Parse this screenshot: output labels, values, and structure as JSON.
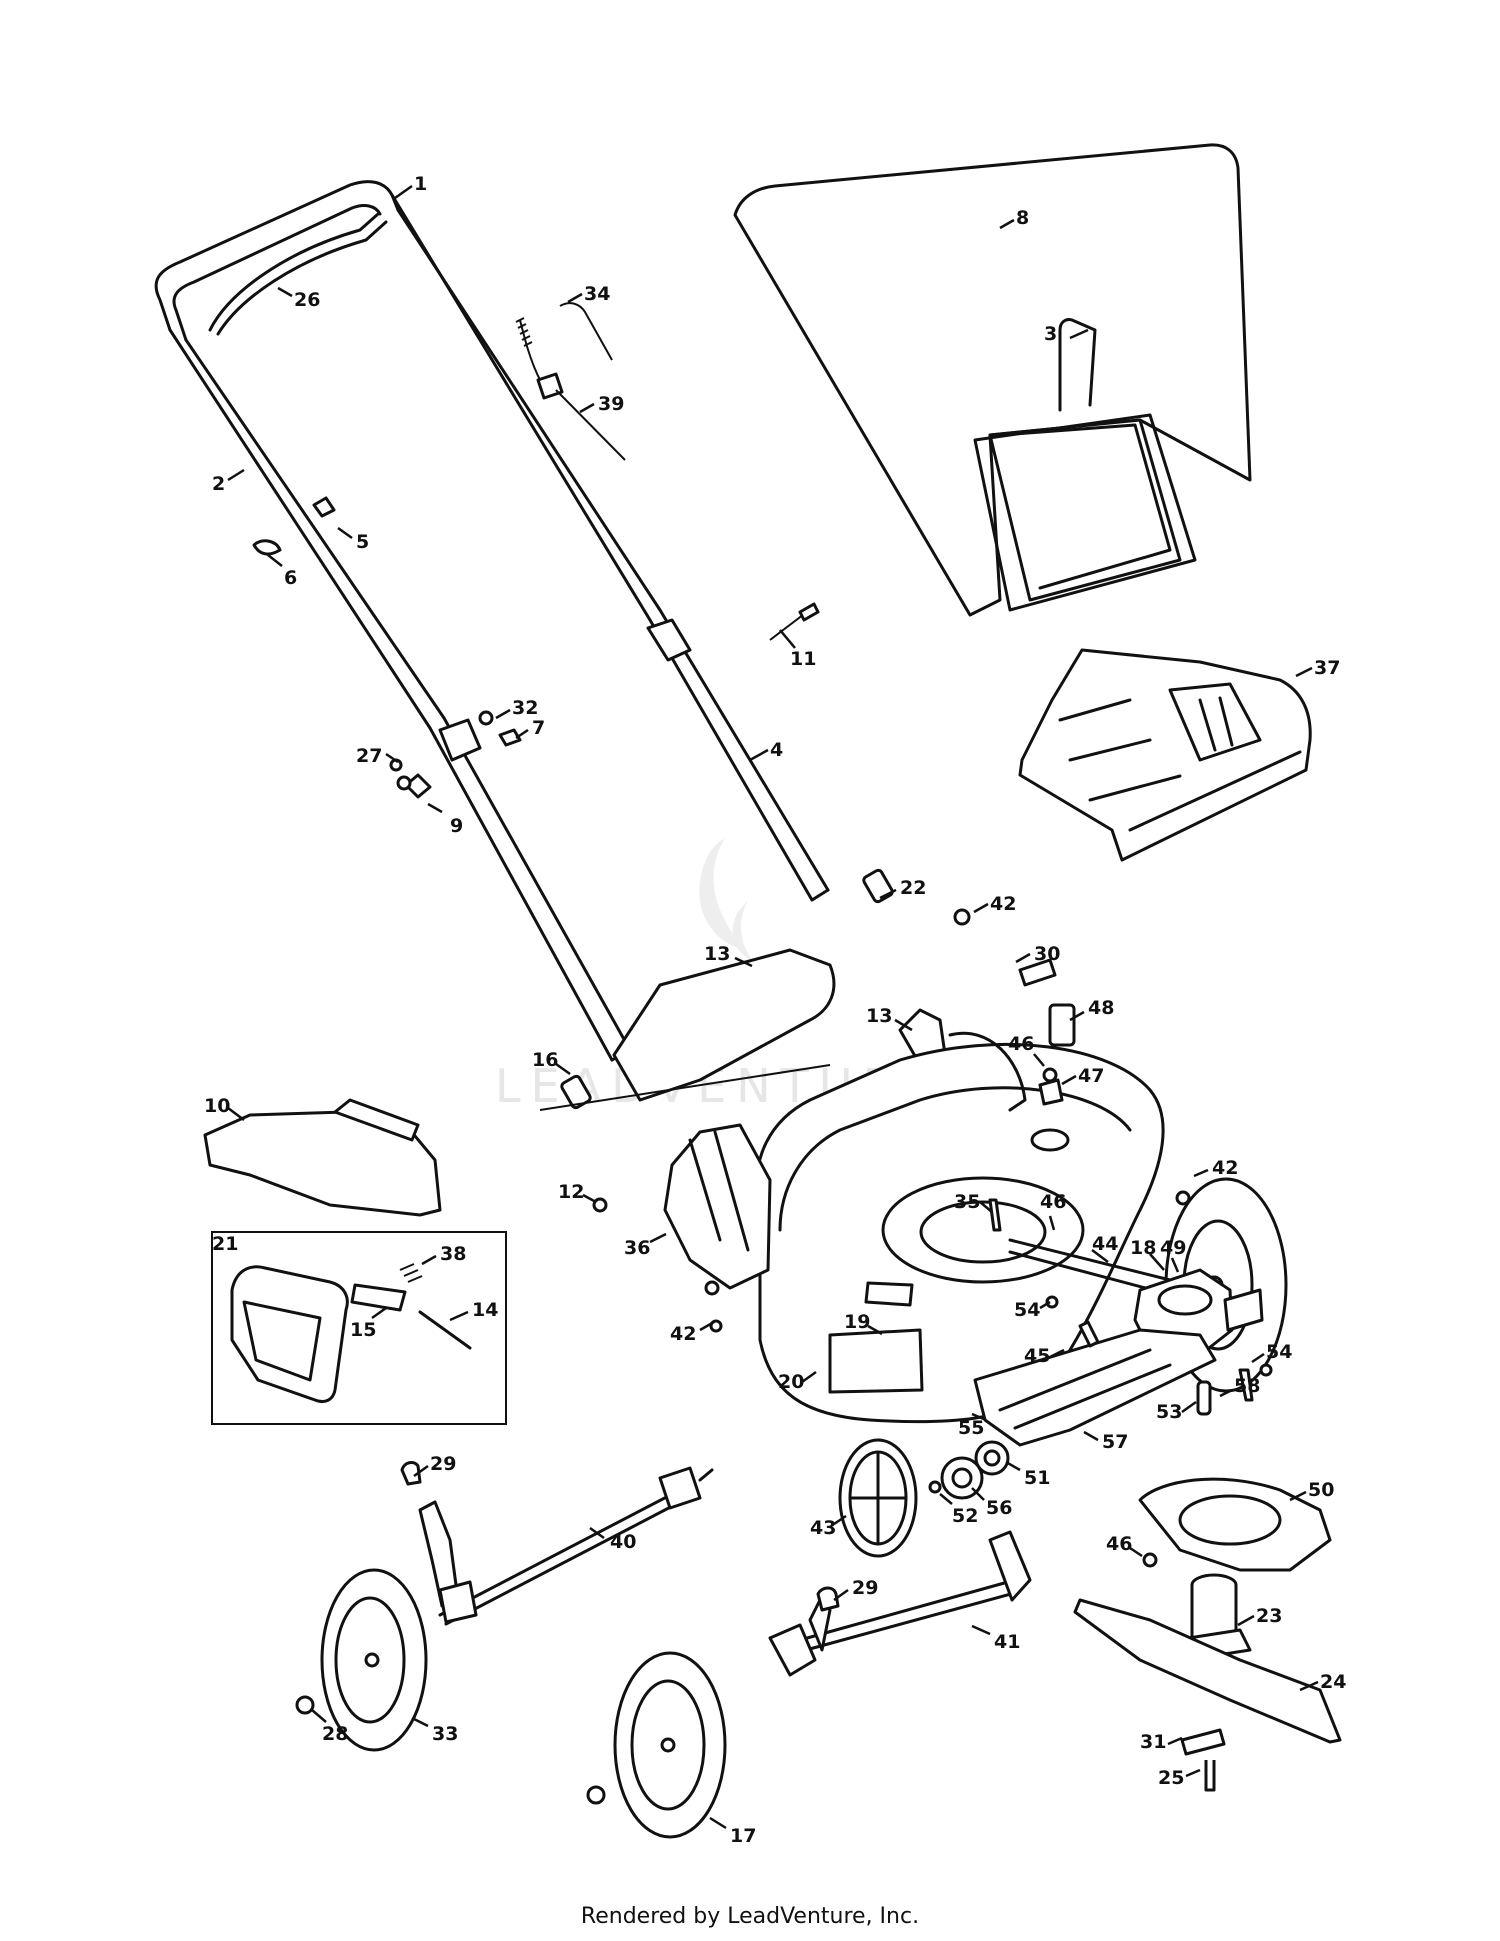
{
  "diagram": {
    "watermark": "LEADVENTURE",
    "footer": "Rendered by LeadVenture, Inc.",
    "callouts": [
      {
        "id": "c1",
        "label": "1"
      },
      {
        "id": "c2",
        "label": "2"
      },
      {
        "id": "c3",
        "label": "3"
      },
      {
        "id": "c4",
        "label": "4"
      },
      {
        "id": "c5",
        "label": "5"
      },
      {
        "id": "c6",
        "label": "6"
      },
      {
        "id": "c7",
        "label": "7"
      },
      {
        "id": "c8",
        "label": "8"
      },
      {
        "id": "c9",
        "label": "9"
      },
      {
        "id": "c10",
        "label": "10"
      },
      {
        "id": "c11",
        "label": "11"
      },
      {
        "id": "c12",
        "label": "12"
      },
      {
        "id": "c13a",
        "label": "13"
      },
      {
        "id": "c13b",
        "label": "13"
      },
      {
        "id": "c14",
        "label": "14"
      },
      {
        "id": "c15",
        "label": "15"
      },
      {
        "id": "c16",
        "label": "16"
      },
      {
        "id": "c17",
        "label": "17"
      },
      {
        "id": "c18",
        "label": "18"
      },
      {
        "id": "c19",
        "label": "19"
      },
      {
        "id": "c20",
        "label": "20"
      },
      {
        "id": "c21",
        "label": "21"
      },
      {
        "id": "c22",
        "label": "22"
      },
      {
        "id": "c23",
        "label": "23"
      },
      {
        "id": "c24",
        "label": "24"
      },
      {
        "id": "c25",
        "label": "25"
      },
      {
        "id": "c26",
        "label": "26"
      },
      {
        "id": "c27",
        "label": "27"
      },
      {
        "id": "c28",
        "label": "28"
      },
      {
        "id": "c29a",
        "label": "29"
      },
      {
        "id": "c29b",
        "label": "29"
      },
      {
        "id": "c30",
        "label": "30"
      },
      {
        "id": "c31",
        "label": "31"
      },
      {
        "id": "c32",
        "label": "32"
      },
      {
        "id": "c33",
        "label": "33"
      },
      {
        "id": "c34",
        "label": "34"
      },
      {
        "id": "c35",
        "label": "35"
      },
      {
        "id": "c36",
        "label": "36"
      },
      {
        "id": "c37",
        "label": "37"
      },
      {
        "id": "c38",
        "label": "38"
      },
      {
        "id": "c39",
        "label": "39"
      },
      {
        "id": "c40",
        "label": "40"
      },
      {
        "id": "c41",
        "label": "41"
      },
      {
        "id": "c42a",
        "label": "42"
      },
      {
        "id": "c42b",
        "label": "42"
      },
      {
        "id": "c42c",
        "label": "42"
      },
      {
        "id": "c43",
        "label": "43"
      },
      {
        "id": "c44",
        "label": "44"
      },
      {
        "id": "c45",
        "label": "45"
      },
      {
        "id": "c46a",
        "label": "46"
      },
      {
        "id": "c46b",
        "label": "46"
      },
      {
        "id": "c46c",
        "label": "46"
      },
      {
        "id": "c47",
        "label": "47"
      },
      {
        "id": "c48",
        "label": "48"
      },
      {
        "id": "c49",
        "label": "49"
      },
      {
        "id": "c50",
        "label": "50"
      },
      {
        "id": "c51",
        "label": "51"
      },
      {
        "id": "c52",
        "label": "52"
      },
      {
        "id": "c53",
        "label": "53"
      },
      {
        "id": "c54a",
        "label": "54"
      },
      {
        "id": "c54b",
        "label": "54"
      },
      {
        "id": "c55",
        "label": "55"
      },
      {
        "id": "c56",
        "label": "56"
      },
      {
        "id": "c57",
        "label": "57"
      },
      {
        "id": "c58",
        "label": "58"
      }
    ]
  }
}
